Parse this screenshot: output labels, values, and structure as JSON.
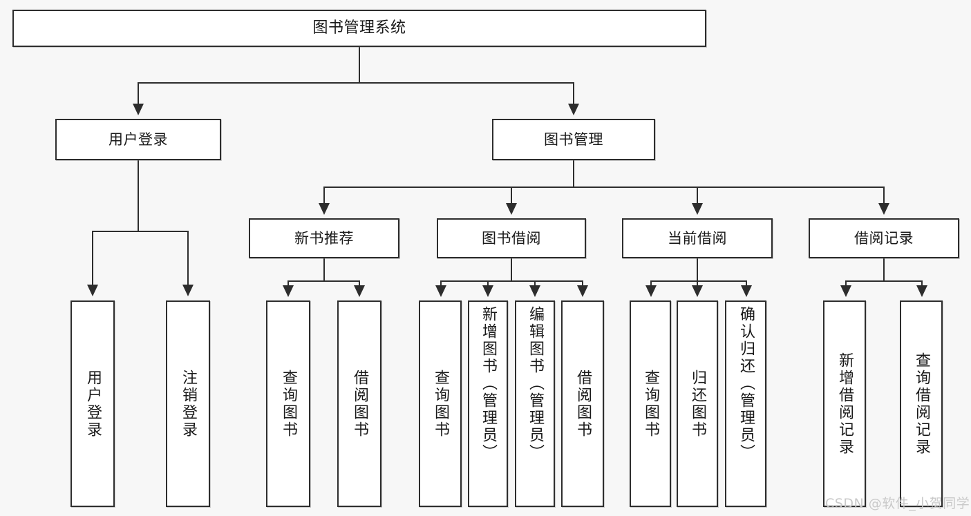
{
  "diagram": {
    "type": "tree",
    "title": "图书管理系统",
    "background_color": "#f7f7f7",
    "box_fill": "#ffffff",
    "line_color": "#2d2d2d",
    "text_color": "#1a1a1a"
  },
  "nodes": {
    "root": {
      "label": "图书管理系统"
    },
    "level2": [
      {
        "id": "user-login",
        "label": "用户登录"
      },
      {
        "id": "book-manage",
        "label": "图书管理"
      }
    ],
    "level3": [
      {
        "id": "new-book-recommend",
        "label": "新书推荐"
      },
      {
        "id": "book-borrow",
        "label": "图书借阅"
      },
      {
        "id": "current-borrow",
        "label": "当前借阅"
      },
      {
        "id": "borrow-record",
        "label": "借阅记录"
      }
    ],
    "leaves": {
      "user_login": [
        {
          "id": "leaf-user-login",
          "label": "用户登录"
        },
        {
          "id": "leaf-logout-login",
          "label": "注销登录"
        }
      ],
      "new_book_recommend": [
        {
          "id": "leaf-query-book-1",
          "label": "查询图书"
        },
        {
          "id": "leaf-borrow-book-1",
          "label": "借阅图书"
        }
      ],
      "book_borrow": [
        {
          "id": "leaf-query-book-2",
          "label": "查询图书"
        },
        {
          "id": "leaf-add-book-admin",
          "label": "新增图书（管理员）"
        },
        {
          "id": "leaf-edit-book-admin",
          "label": "编辑图书（管理员）"
        },
        {
          "id": "leaf-borrow-book-2",
          "label": "借阅图书"
        }
      ],
      "current_borrow": [
        {
          "id": "leaf-query-book-3",
          "label": "查询图书"
        },
        {
          "id": "leaf-return-book",
          "label": "归还图书"
        },
        {
          "id": "leaf-confirm-return-admin",
          "label": "确认归还（管理员）"
        }
      ],
      "borrow_record": [
        {
          "id": "leaf-add-borrow-record",
          "label": "新增借阅记录"
        },
        {
          "id": "leaf-query-borrow-record",
          "label": "查询借阅记录"
        }
      ]
    }
  },
  "watermark": {
    "text": "CSDN @软件_小贺同学",
    "color": "#c9c9c9"
  },
  "chart_data": {
    "type": "tree",
    "title": "图书管理系统",
    "hierarchy": [
      {
        "label": "图书管理系统",
        "children": [
          {
            "label": "用户登录",
            "children": [
              {
                "label": "用户登录",
                "children": []
              },
              {
                "label": "注销登录",
                "children": []
              }
            ]
          },
          {
            "label": "图书管理",
            "children": [
              {
                "label": "新书推荐",
                "children": [
                  {
                    "label": "查询图书",
                    "children": []
                  },
                  {
                    "label": "借阅图书",
                    "children": []
                  }
                ]
              },
              {
                "label": "图书借阅",
                "children": [
                  {
                    "label": "查询图书",
                    "children": []
                  },
                  {
                    "label": "新增图书（管理员）",
                    "children": []
                  },
                  {
                    "label": "编辑图书（管理员）",
                    "children": []
                  },
                  {
                    "label": "借阅图书",
                    "children": []
                  }
                ]
              },
              {
                "label": "当前借阅",
                "children": [
                  {
                    "label": "查询图书",
                    "children": []
                  },
                  {
                    "label": "归还图书",
                    "children": []
                  },
                  {
                    "label": "确认归还（管理员）",
                    "children": []
                  }
                ]
              },
              {
                "label": "借阅记录",
                "children": [
                  {
                    "label": "新增借阅记录",
                    "children": []
                  },
                  {
                    "label": "查询借阅记录",
                    "children": []
                  }
                ]
              }
            ]
          }
        ]
      }
    ]
  }
}
